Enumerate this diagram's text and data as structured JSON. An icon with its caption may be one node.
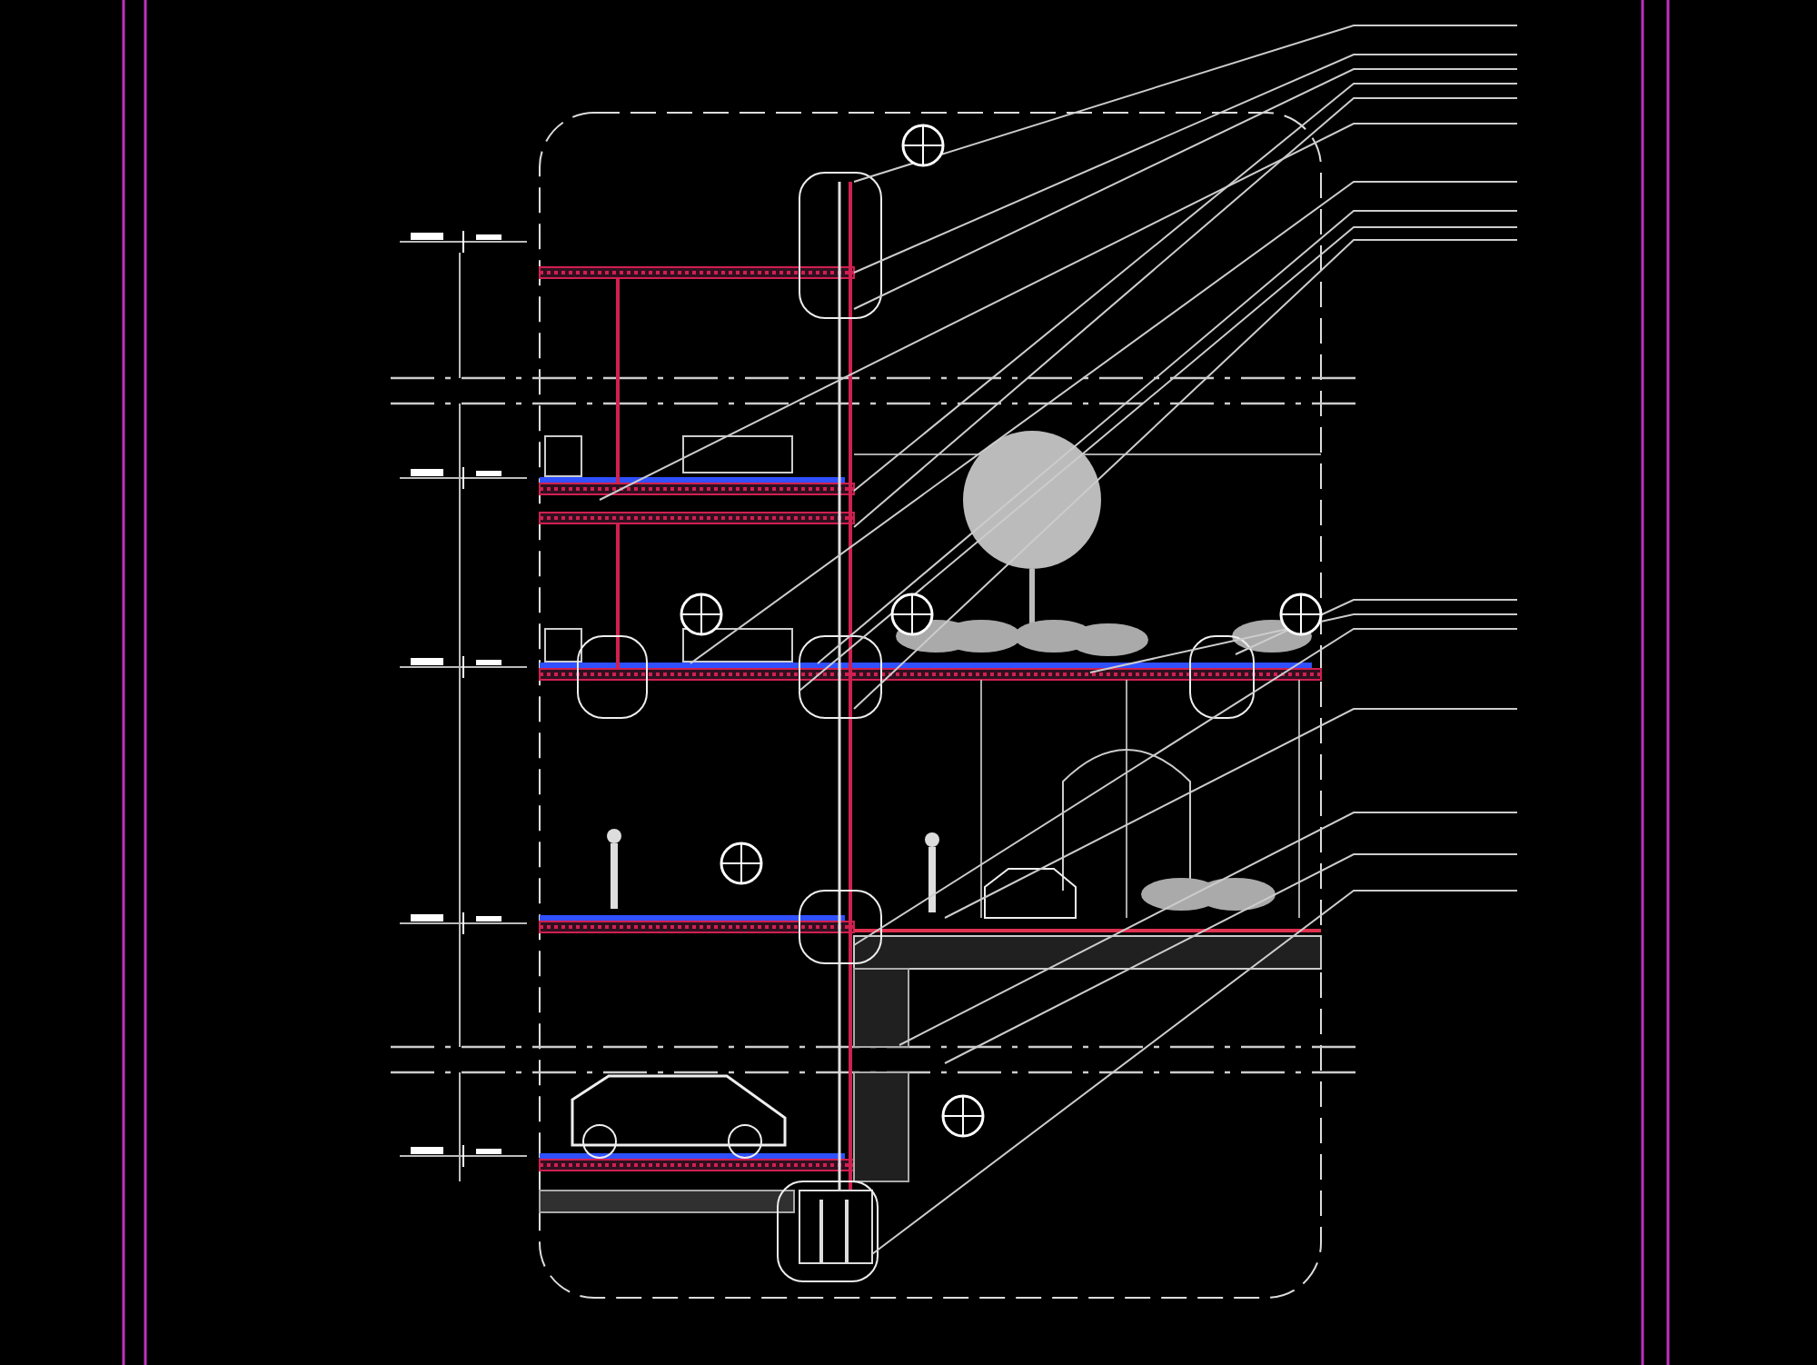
{
  "diagram": {
    "nodes": [
      {
        "text": [],
        "shape": "picture"
      },
      {
        "text": [],
        "shape": "circle",
        "in": 0
      },
      {
        "text": [],
        "shape": "circle",
        "in": 0
      },
      {
        "text": [],
        "shape": "circle",
        "in": 0
      },
      {
        "text": [],
        "shape": "circle",
        "in": 0
      },
      {
        "text": [],
        "shape": "circle",
        "in": 0
      },
      {
        "text": [],
        "shape": "circle",
        "in": 0
      }
    ]
  }
}
